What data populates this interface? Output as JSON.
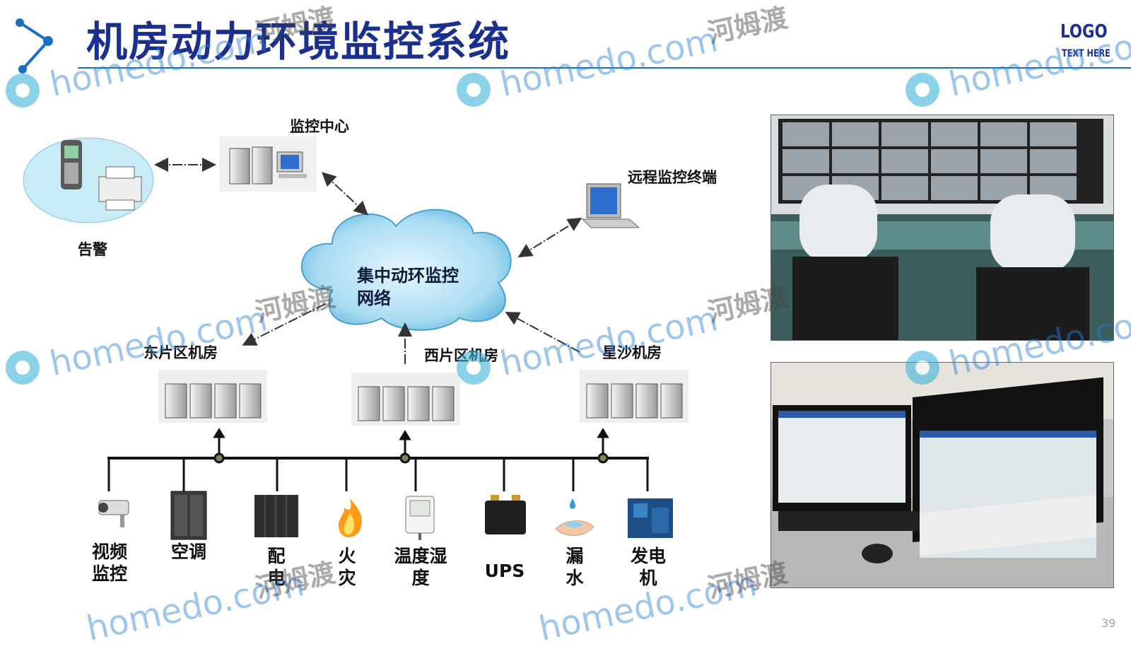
{
  "slide": {
    "title": "机房动力环境监控系统",
    "logo": "LOGO",
    "logo_sub": "TEXT HERE",
    "page_number": "39"
  },
  "diagram": {
    "alarm_label": "告警",
    "monitor_center_label": "监控中心",
    "remote_terminal_label": "远程监控终端",
    "cloud_line1": "集中动环监控",
    "cloud_line2": "网络",
    "rooms": [
      "东片区机房",
      "西片区机房",
      "星沙机房"
    ],
    "devices": [
      {
        "label": "视频\n监控",
        "icon": "cctv-camera-icon"
      },
      {
        "label": "空调",
        "icon": "air-conditioner-icon"
      },
      {
        "label": "配\n电",
        "icon": "power-distribution-icon"
      },
      {
        "label": "火\n灾",
        "icon": "fire-icon"
      },
      {
        "label": "温度湿\n度",
        "icon": "thermometer-icon"
      },
      {
        "label": "UPS",
        "icon": "ups-battery-icon"
      },
      {
        "label": "漏\n水",
        "icon": "water-leak-icon"
      },
      {
        "label": "发电\n机",
        "icon": "generator-icon"
      }
    ]
  },
  "watermark": {
    "domain": "homedo.com",
    "chinese": "河姆渡"
  },
  "colors": {
    "title": "#1b2f8e",
    "rule": "#1f6fb8",
    "cloud": "#9fd6f0",
    "alarm_ellipse": "#c8ecf5"
  }
}
